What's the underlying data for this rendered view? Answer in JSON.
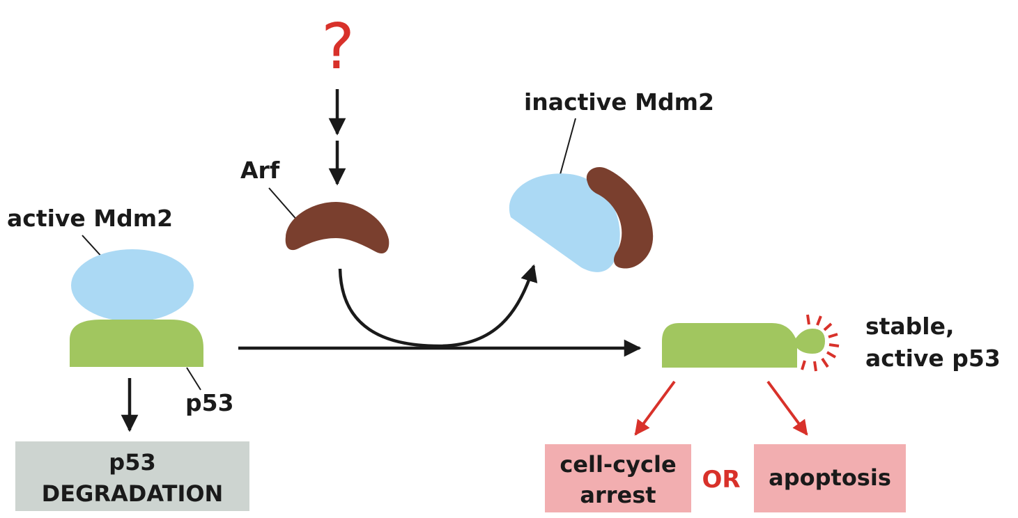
{
  "question_mark": "?",
  "labels": {
    "active_mdm2": "active Mdm2",
    "arf": "Arf",
    "inactive_mdm2": "inactive Mdm2",
    "p53": "p53",
    "stable_line1": "stable,",
    "stable_line2": "active p53",
    "or": "OR"
  },
  "boxes": {
    "degradation": {
      "line1": "p53",
      "line2": "DEGRADATION"
    },
    "arrest": {
      "line1": "cell-cycle",
      "line2": "arrest"
    },
    "apoptosis": {
      "line1": "apoptosis"
    }
  },
  "colors": {
    "mdm2_blue": "#abd9f4",
    "p53_green": "#a1c65f",
    "arf_brown": "#7a3f2e",
    "accent_red": "#d8312a",
    "degradation_box": "#cdd4d0",
    "outcome_box": "#f2aeb0",
    "ink": "#1a1a1a"
  }
}
